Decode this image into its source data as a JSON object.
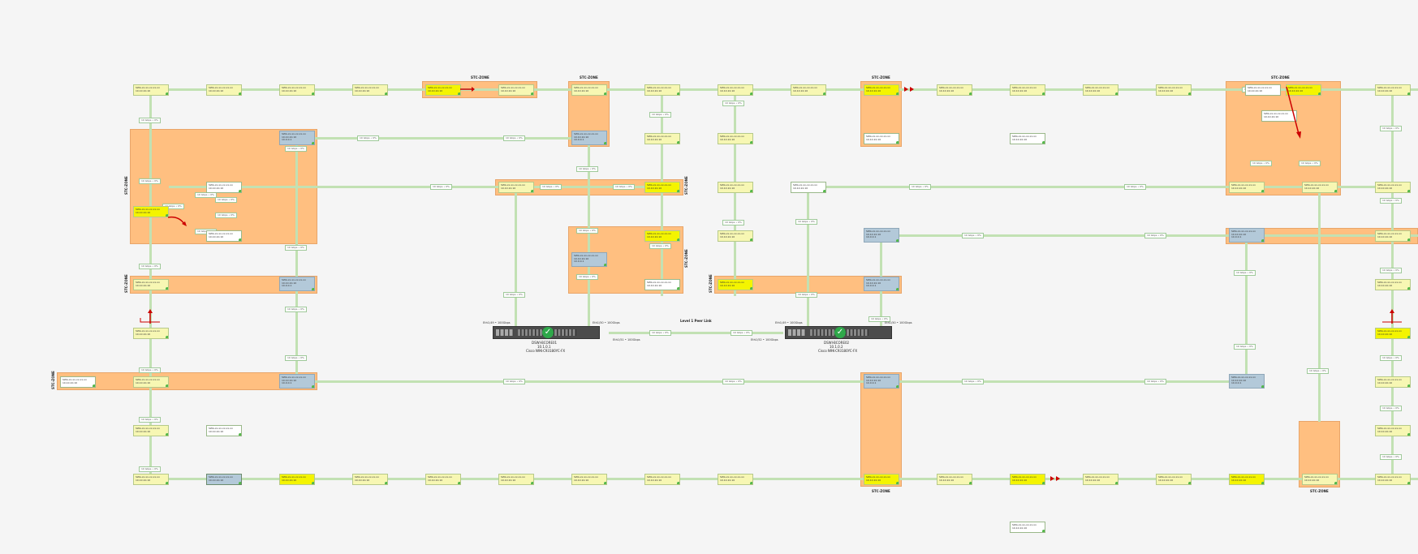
{
  "link_tag": "10 Gbps • 0%",
  "node_name": "SWA-xx-xx-xx-xx-xx",
  "node_ip": "10.10.10.10",
  "node_ip_short": "10.0.0.1",
  "zones": {
    "top_a": "STC-ZONE",
    "top_b": "STC-ZONE",
    "top_c": "STC-ZONE",
    "top_d": "STC-ZONE",
    "bottom_a": "STC-ZONE",
    "bottom_b": "STC-ZONE",
    "side_a": "STC-ZONE",
    "side_b": "STC-ZONE",
    "side_c": "STC-ZONE",
    "side_d": "STC-ZONE",
    "side_e": "STC-ZONE",
    "side_f": "STC-ZONE"
  },
  "switches": {
    "left": {
      "name": "DSWI-BCORE01",
      "ip": "10.1.0.1",
      "model": "Cisco N9K-C93180YC-FX"
    },
    "right": {
      "name": "DSWI-BCORE02",
      "ip": "10.1.0.2",
      "model": "Cisco N9K-C93180YC-FX"
    },
    "port_left": "Eth1/49 • 100Gbps",
    "port_right": "Eth1/50 • 100Gbps",
    "port_bottom": "Eth1/51 • 100Gbps",
    "port_bottom_b": "Eth1/52 • 100Gbps",
    "interlink": "Level 1 Peer Link"
  },
  "colors": {
    "background": "#f5f5f5",
    "zone": "#ffbf80",
    "link": "#c2e1b3",
    "node_pale": "#f7f7b3",
    "node_yellow": "#f4f400",
    "node_blue": "#b3c9d9",
    "status_ok": "#53b84a",
    "alert_arrow": "#cc0000"
  },
  "icons": [
    "status-ok-icon",
    "switch-icon",
    "alert-arrow-icon"
  ]
}
